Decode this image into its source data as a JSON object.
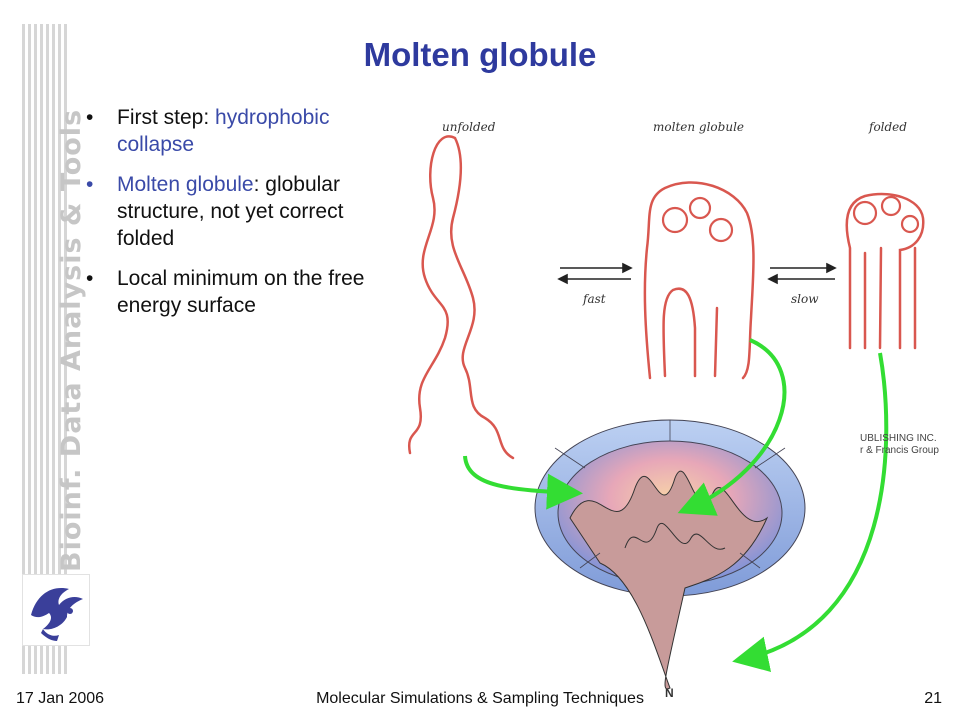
{
  "slide": {
    "title": "Molten globule",
    "side_brand": "Bioinf. Data Analysis & Tools",
    "bullets": [
      {
        "text": "First step: ",
        "highlight": "hydrophobic collapse"
      },
      {
        "highlight": "Molten globule",
        "text": ": globular structure, not yet correct folded"
      },
      {
        "text": "Local minimum on the free energy surface"
      }
    ]
  },
  "figure": {
    "labels": {
      "unfolded": "unfolded",
      "molten": "molten globule",
      "folded": "folded",
      "fast": "fast",
      "slow": "slow",
      "native": "N"
    },
    "publisher_line1": "UBLISHING INC.",
    "publisher_line2": "r & Francis Group",
    "colors": {
      "chain": "#d9574f",
      "arrow": "#33dd33",
      "funnel": "#8aa6e0"
    }
  },
  "footer": {
    "date": "17 Jan 2006",
    "course": "Molecular Simulations & Sampling Techniques",
    "page": "21"
  }
}
